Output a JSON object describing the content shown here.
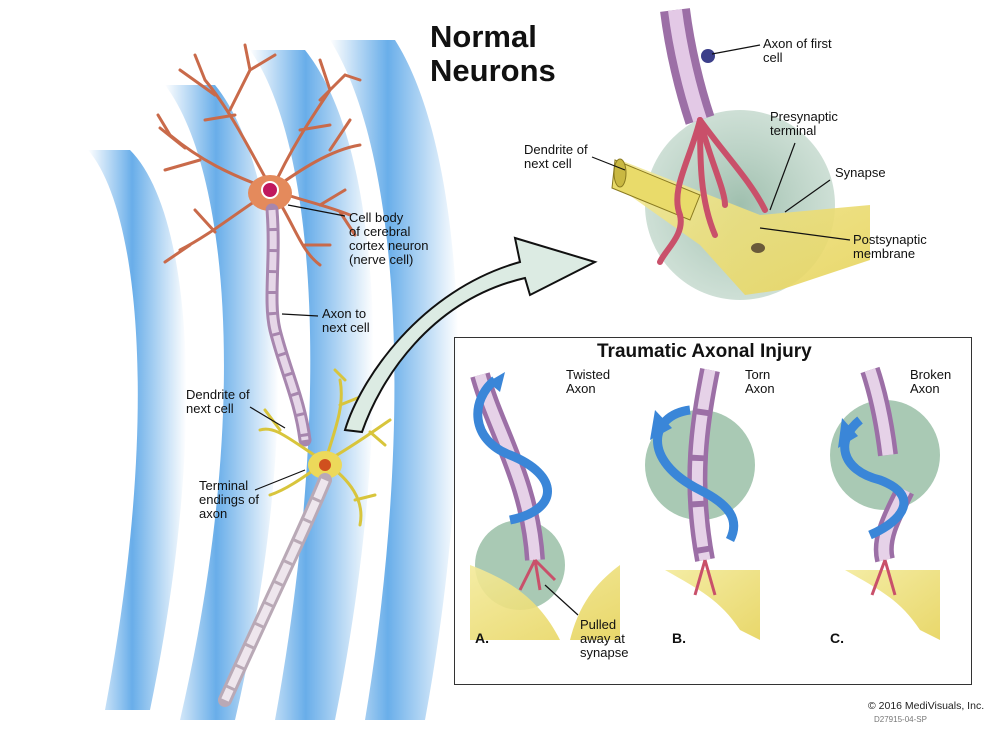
{
  "title_line1": "Normal",
  "title_line2": "Neurons",
  "labels": {
    "cell_body": [
      "Cell body",
      "of cerebral",
      "cortex neuron",
      "(nerve cell)"
    ],
    "axon_next": [
      "Axon to",
      "next cell"
    ],
    "dendrite_left": [
      "Dendrite of",
      "next cell"
    ],
    "terminal": [
      "Terminal",
      "endings of",
      "axon"
    ],
    "axon_first": [
      "Axon of first",
      "cell"
    ],
    "dendrite_right": [
      "Dendrite of",
      "next cell"
    ],
    "presynaptic": [
      "Presynaptic",
      "terminal"
    ],
    "synapse": "Synapse",
    "postsynaptic": [
      "Postsynaptic",
      "membrane"
    ]
  },
  "injury_panel": {
    "title": "Traumatic Axonal Injury",
    "twisted": [
      "Twisted",
      "Axon"
    ],
    "torn": [
      "Torn",
      "Axon"
    ],
    "broken": [
      "Broken",
      "Axon"
    ],
    "pulled": [
      "Pulled",
      "away at",
      "synapse"
    ],
    "panel_a": "A.",
    "panel_b": "B.",
    "panel_c": "C."
  },
  "copyright": "© 2016 MediVisuals, Inc.",
  "image_code": "D27915-04-SP"
}
